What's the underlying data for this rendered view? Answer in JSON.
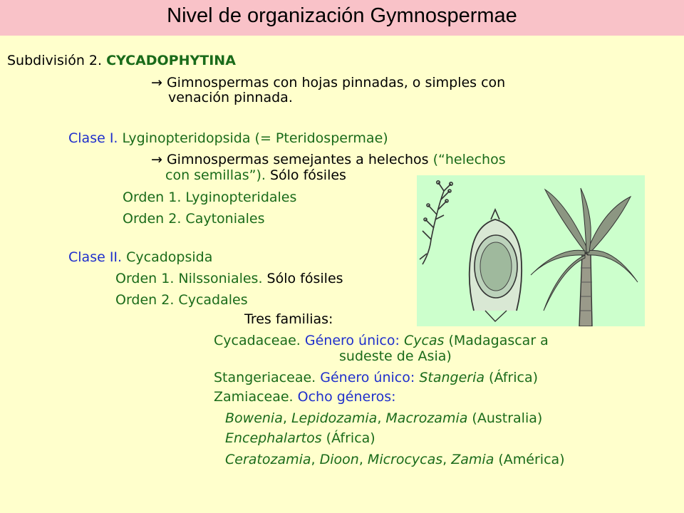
{
  "title": "Nivel de organización Gymnospermae",
  "subdivision": {
    "prefix": "Subdivisión 2. ",
    "name": "CYCADOPHYTINA"
  },
  "subdiv_desc": {
    "arrow": "",
    "line1": " Gimnospermas con hojas pinnadas, o simples con",
    "line2": "venación pinnada."
  },
  "clase1": {
    "prefix": "Clase I. ",
    "name": "Lyginopteridopsida (= Pteridospermae)"
  },
  "clase1_desc": {
    "arrow": "",
    "line1a": " Gimnospermas semejantes a helechos ",
    "line1b": "(“helechos",
    "line2a": "con semillas”). ",
    "line2b": "Sólo fósiles"
  },
  "clase1_orders": [
    "Orden 1. Lyginopteridales",
    "Orden 2. Caytoniales"
  ],
  "clase2": {
    "prefix": "Clase II. ",
    "name": "Cycadopsida"
  },
  "clase2_order1": {
    "a": "Orden 1. Nilssoniales. ",
    "b": "Sólo fósiles"
  },
  "clase2_order2": "Orden 2. Cycadales",
  "tres_familias": "Tres familias:",
  "cycadaceae": {
    "fam": "Cycadaceae. ",
    "label": "Género único: ",
    "genus": "Cycas",
    "rest": " (Madagascar a",
    "line2": "sudeste de Asia)"
  },
  "stangeriaceae": {
    "fam": "Stangeriaceae. ",
    "label": "Género único: ",
    "genus": "Stangeria",
    "rest": " (África)"
  },
  "zamiaceae": {
    "fam": "Zamiaceae. ",
    "label": "Ocho géneros:"
  },
  "genera": [
    {
      "g1": "Bowenia",
      "s1": ", ",
      "g2": "Lepidozamia",
      "s2": ", ",
      "g3": "Macrozamia",
      "rest": " (Australia)"
    },
    {
      "g1": "Encephalartos",
      "rest": " (África)"
    },
    {
      "g1": "Ceratozamia",
      "s1": ", ",
      "g2": "Dioon",
      "s2": ", ",
      "g3": "Microcycas",
      "s3": ", ",
      "g4": "Zamia",
      "rest": " (América)"
    }
  ],
  "colors": {
    "title_bar": "#f9c2c8",
    "background": "#ffffcc",
    "green_text": "#1a6b1a",
    "blue_text": "#1f2fcc",
    "figure_bg": "#ccffcc"
  }
}
